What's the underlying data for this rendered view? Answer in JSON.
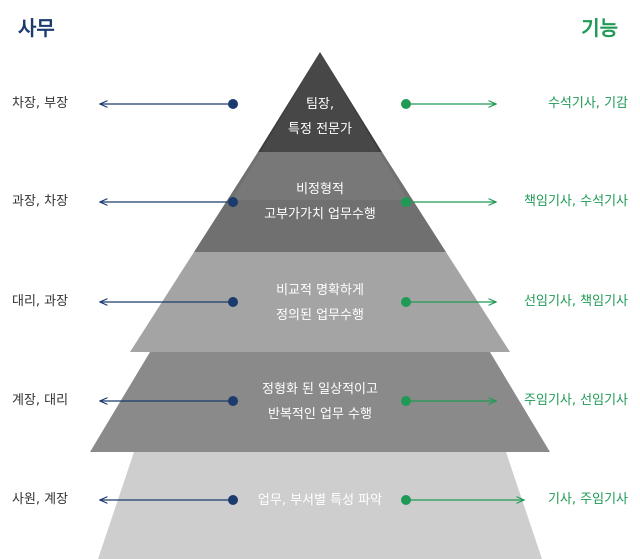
{
  "header": {
    "left": "사무",
    "right": "기능"
  },
  "colors": {
    "office": "#1b3a6e",
    "technical": "#1f9a55",
    "levels": [
      "#3c3c3c",
      "#707070",
      "#a4a4a4",
      "#8a8a8a",
      "#cecece"
    ]
  },
  "levels": [
    {
      "text": [
        "팀장,",
        "특정 전문가"
      ],
      "left": "차장, 부장",
      "right": "수석기사, 기감"
    },
    {
      "text": [
        "비정형적",
        "고부가가치 업무수행"
      ],
      "left": "과장, 차장",
      "right": "책임기사, 수석기사"
    },
    {
      "text": [
        "비교적 명확하게",
        "정의된 업무수행"
      ],
      "left": "대리, 과장",
      "right": "선임기사, 책임기사"
    },
    {
      "text": [
        "정형화 된 일상적이고",
        "반복적인 업무 수행"
      ],
      "left": "계장, 대리",
      "right": "주임기사, 선임기사"
    },
    {
      "text": [
        "업무, 부서별 특성 파악"
      ],
      "left": "사원, 계장",
      "right": "기사, 주임기사"
    }
  ]
}
